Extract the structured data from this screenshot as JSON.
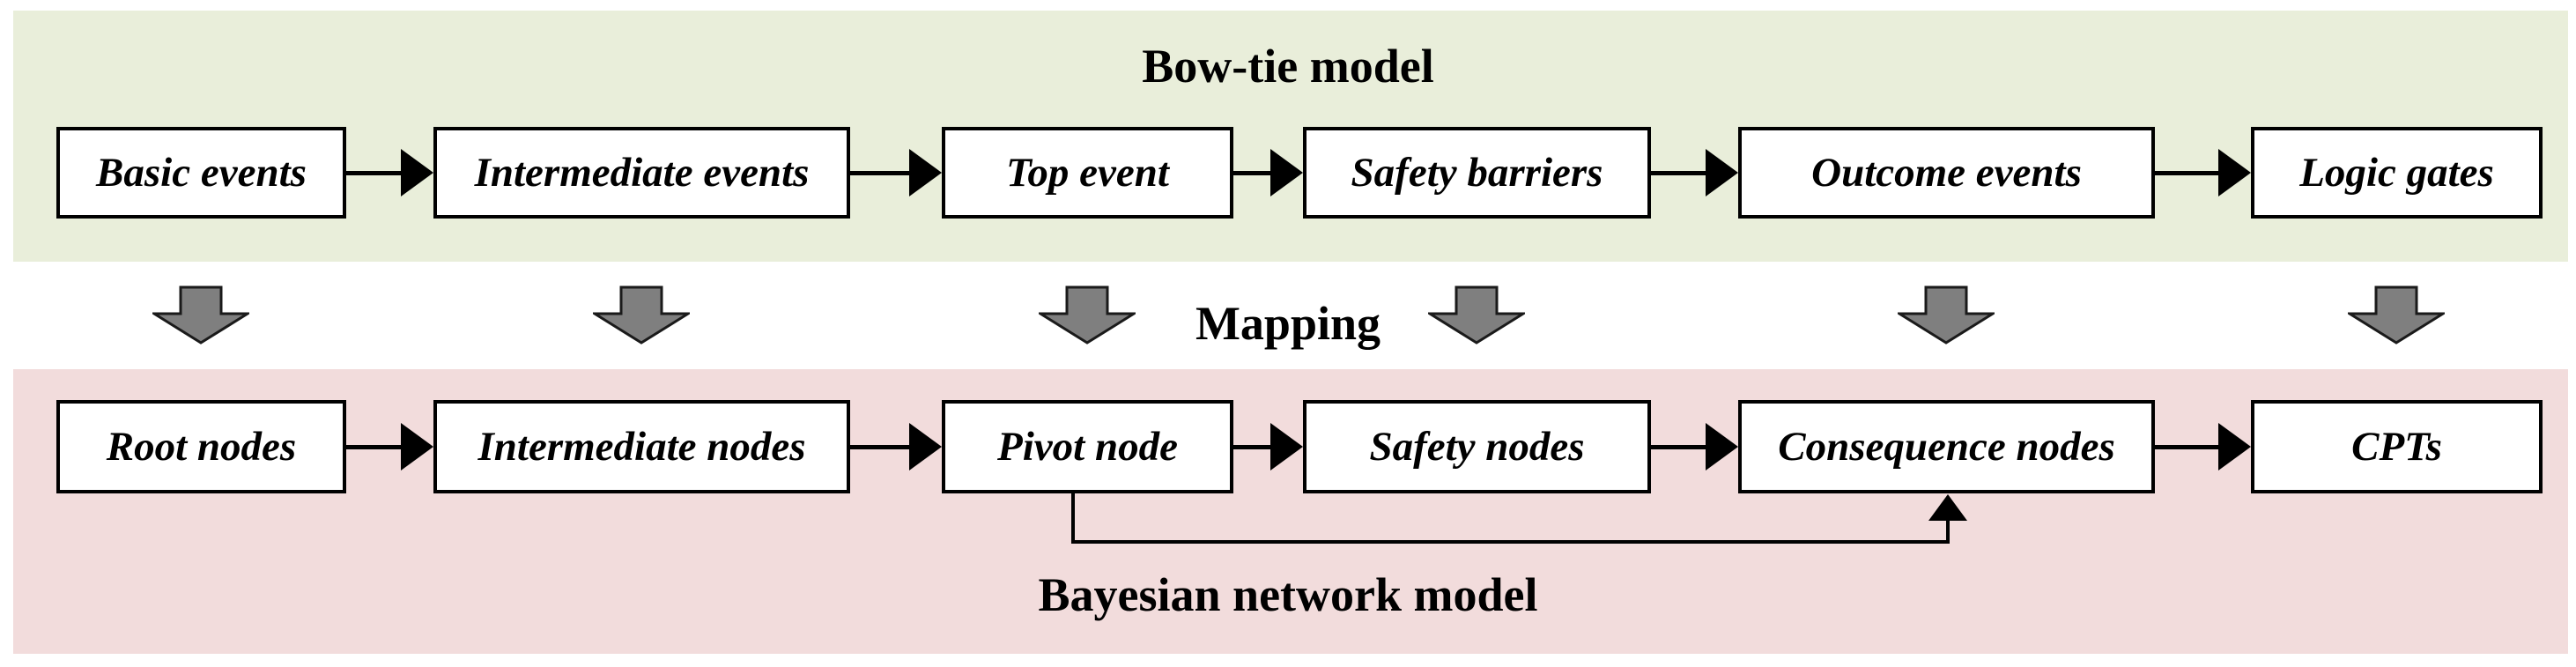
{
  "bowtie": {
    "title": "Bow-tie model",
    "nodes": [
      "Basic events",
      "Intermediate events",
      "Top event",
      "Safety barriers",
      "Outcome events",
      "Logic gates"
    ]
  },
  "mapping": {
    "label": "Mapping"
  },
  "bayesian": {
    "title": "Bayesian network model",
    "nodes": [
      "Root nodes",
      "Intermediate nodes",
      "Pivot node",
      "Safety nodes",
      "Consequence nodes",
      "CPTs"
    ]
  },
  "colors": {
    "bowtie_band_bg": "#e9eeda",
    "bayesian_band_bg": "#f2dcdc",
    "node_bg": "#ffffff",
    "node_border": "#000000",
    "mapping_arrow_fill": "#7f7f7f",
    "connector": "#000000"
  }
}
